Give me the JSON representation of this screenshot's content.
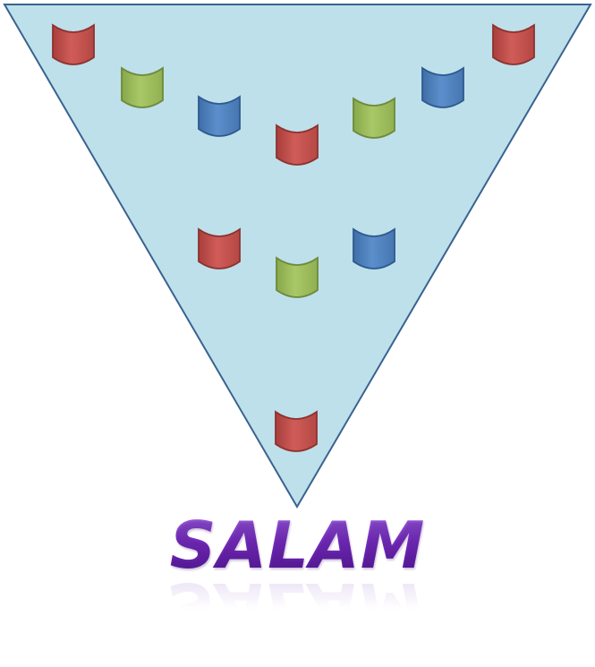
{
  "caption": "SALAM",
  "colors": {
    "funnel_fill": "#bde0eb",
    "funnel_stroke": "#3a6390",
    "red": "#c0504d",
    "green": "#9bbb59",
    "blue": "#4f81bd",
    "caption": "#7030a0"
  },
  "icons": {
    "shape": "cylinder-icon"
  },
  "funnel": {
    "rows": [
      [
        "red",
        "green",
        "blue",
        "red",
        "green",
        "blue",
        "red"
      ],
      [
        "red",
        "green",
        "blue"
      ],
      [
        "red"
      ]
    ]
  }
}
